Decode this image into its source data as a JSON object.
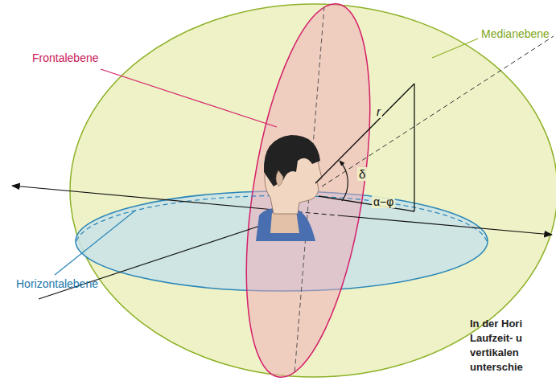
{
  "diagram": {
    "labels": [
      "Frontalebene",
      "Medianebene",
      "Horizontalebene",
      "r",
      "δ",
      "α−φ",
      "In der Hori",
      "Laufzeit- u",
      "vertikalen",
      "unterschie"
    ]
  }
}
